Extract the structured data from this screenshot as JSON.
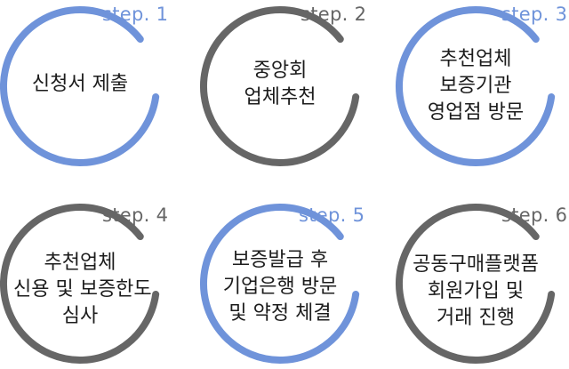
{
  "theme": {
    "blue": "#6f93da",
    "gray": "#666666",
    "text": "#1c1c1c"
  },
  "steps": [
    {
      "label": "step. 1",
      "color": "blue",
      "lines": [
        "신청서 제출"
      ]
    },
    {
      "label": "step. 2",
      "color": "gray",
      "lines": [
        "중앙회",
        "업체추천"
      ]
    },
    {
      "label": "step. 3",
      "color": "blue",
      "lines": [
        "추천업체",
        "보증기관",
        "영업점 방문"
      ]
    },
    {
      "label": "step. 4",
      "color": "gray",
      "lines": [
        "추천업체",
        "신용 및 보증한도",
        "심사"
      ]
    },
    {
      "label": "step. 5",
      "color": "blue",
      "lines": [
        "보증발급 후",
        "기업은행 방문",
        "및 약정 체결"
      ]
    },
    {
      "label": "step. 6",
      "color": "gray",
      "lines": [
        "공동구매플랫폼",
        "회원가입 및",
        "거래 진행"
      ]
    }
  ]
}
